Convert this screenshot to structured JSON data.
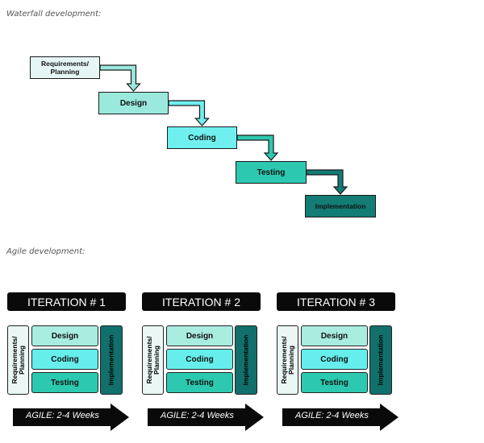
{
  "waterfall": {
    "caption": "Waterfall development:",
    "stages": [
      "Requirements/\nPlanning",
      "Design",
      "Coding",
      "Testing",
      "Implementation"
    ],
    "colors": [
      "#e6f6f4",
      "#9be8dc",
      "#6ff0ef",
      "#2cc9b0",
      "#137c74"
    ]
  },
  "agile": {
    "caption": "Agile development:",
    "iterations": [
      {
        "title": "ITERATION # 1",
        "duration": "AGILE: 2-4 Weeks"
      },
      {
        "title": "ITERATION # 2",
        "duration": "AGILE: 2-4 Weeks"
      },
      {
        "title": "ITERATION # 3",
        "duration": "AGILE: 2-4 Weeks"
      }
    ],
    "left_label": "Requirements/\nPlanning",
    "right_label": "Implementation",
    "stages": [
      "Design",
      "Coding",
      "Testing"
    ],
    "stage_colors": [
      "#a9ece0",
      "#66eeec",
      "#2cc9b0"
    ]
  }
}
